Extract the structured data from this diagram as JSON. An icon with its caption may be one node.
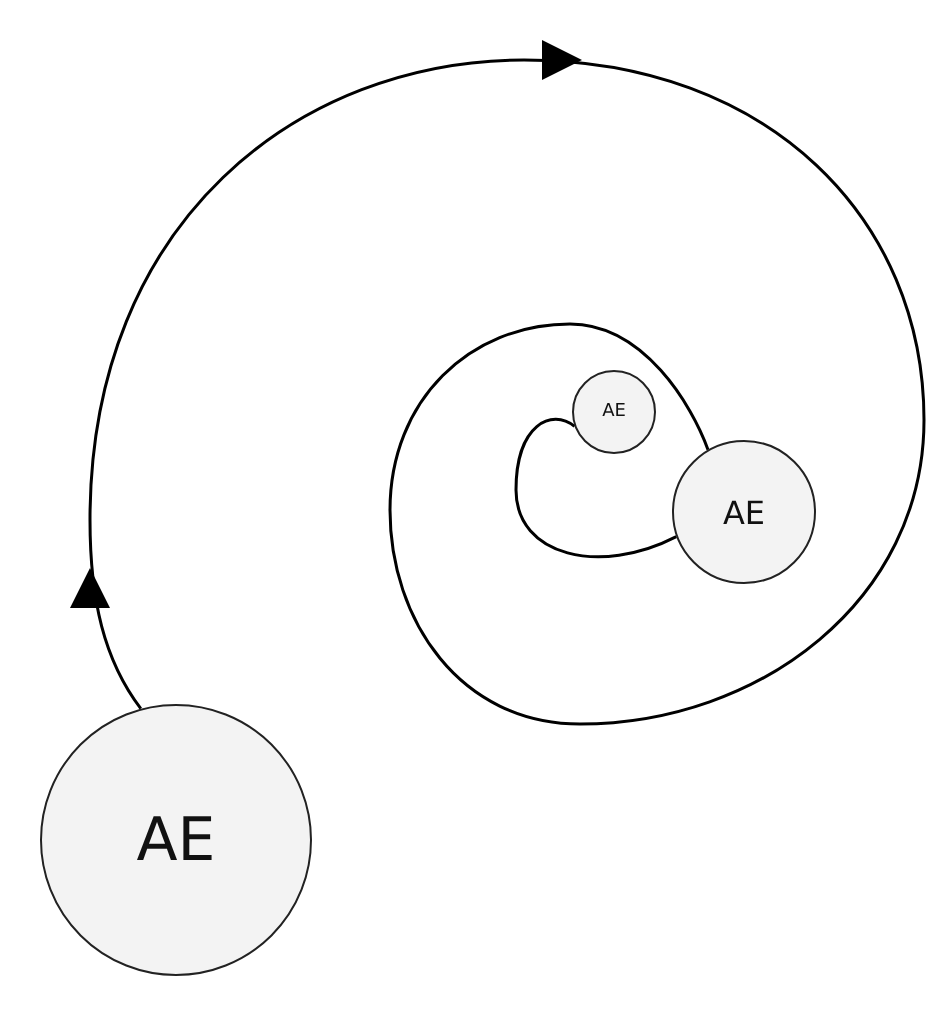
{
  "diagram": {
    "nodes": [
      {
        "text": [
          "AE"
        ]
      },
      {
        "text": [
          "AE"
        ]
      },
      {
        "text": [
          "AE"
        ]
      }
    ],
    "edges": [
      {
        "from": 0,
        "to": 1,
        "arrow": "to"
      },
      {
        "from": 1,
        "to": 2,
        "arrow": "none"
      }
    ]
  }
}
